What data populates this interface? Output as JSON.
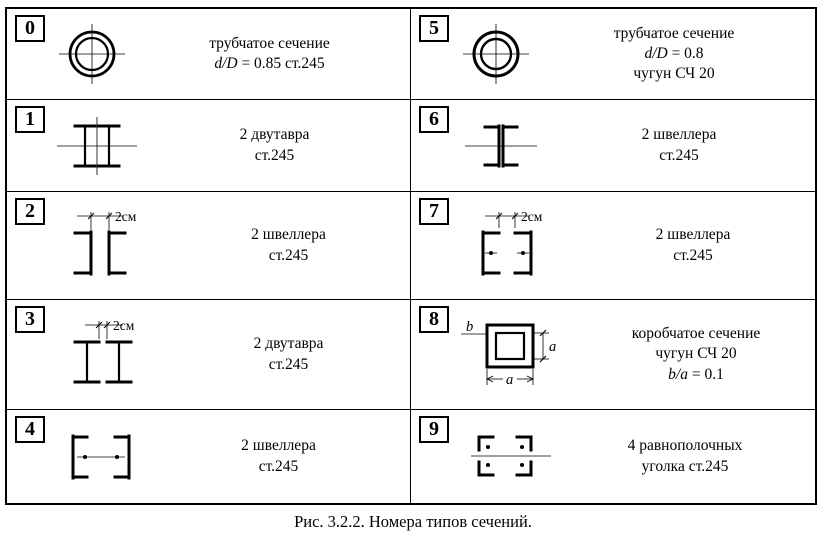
{
  "caption": "Рис. 3.2.2. Номера типов сечений.",
  "cells": {
    "c0": {
      "num": "0",
      "l1": "трубчатое сечение",
      "f": "d/D",
      "fv": " = 0.85 ст.245"
    },
    "c5": {
      "num": "5",
      "l1": "трубчатое сечение",
      "f": "d/D",
      "fv": " = 0.8",
      "l3": "чугун СЧ 20"
    },
    "c1": {
      "num": "1",
      "l1": "2 двутавра",
      "l2": "ст.245"
    },
    "c6": {
      "num": "6",
      "l1": "2 швеллера",
      "l2": "ст.245"
    },
    "c2": {
      "num": "2",
      "dim": "2см",
      "l1": "2 швеллера",
      "l2": "ст.245"
    },
    "c7": {
      "num": "7",
      "dim": "2см",
      "l1": "2 швеллера",
      "l2": "ст.245"
    },
    "c3": {
      "num": "3",
      "dim": "2см",
      "l1": "2 двутавра",
      "l2": "ст.245"
    },
    "c8": {
      "num": "8",
      "l1": "коробчатое сечение",
      "l2": "чугун СЧ 20",
      "f": "b/a",
      "fv": " = 0.1",
      "lbl_b": "b",
      "lbl_a_side": "a",
      "lbl_a_bottom": "a"
    },
    "c4": {
      "num": "4",
      "l1": "2 швеллера",
      "l2": "ст.245"
    },
    "c9": {
      "num": "9",
      "l1": "4 равнополочных",
      "l2": "уголка ст.245"
    }
  }
}
